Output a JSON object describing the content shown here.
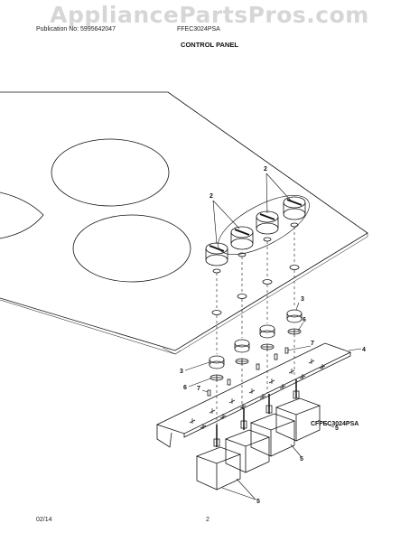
{
  "watermark": "AppliancePartsPros.com",
  "header": {
    "publication": "Publication No: 5995642047",
    "model": "FFEC3024PSA",
    "title": "CONTROL PANEL"
  },
  "drawing_code": "CFFEC3024PSA",
  "footer": {
    "date": "02/14",
    "page": "2"
  },
  "callouts": [
    "2",
    "2",
    "3",
    "6",
    "4",
    "3",
    "6",
    "7",
    "7",
    "5",
    "5",
    "5"
  ]
}
